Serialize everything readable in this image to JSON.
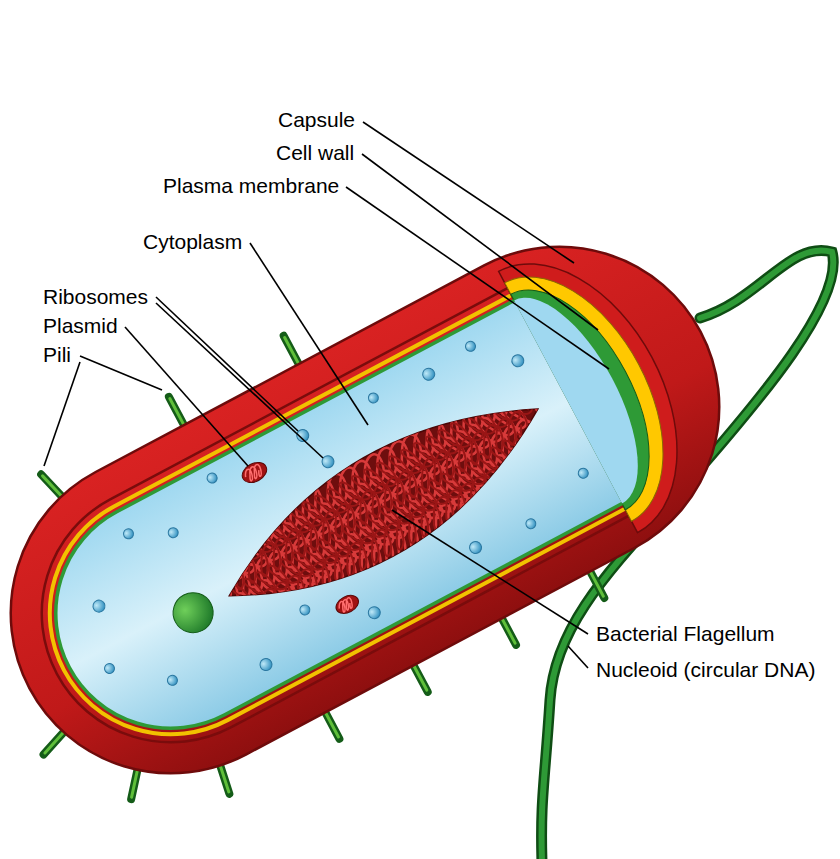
{
  "diagram": {
    "labels": [
      "Capsule",
      "Cell wall",
      "Plasma membrane",
      "Cytoplasm",
      "Ribosomes",
      "Plasmid",
      "Pili",
      "Bacterial Flagellum",
      "Nucleoid (circular DNA)"
    ]
  }
}
